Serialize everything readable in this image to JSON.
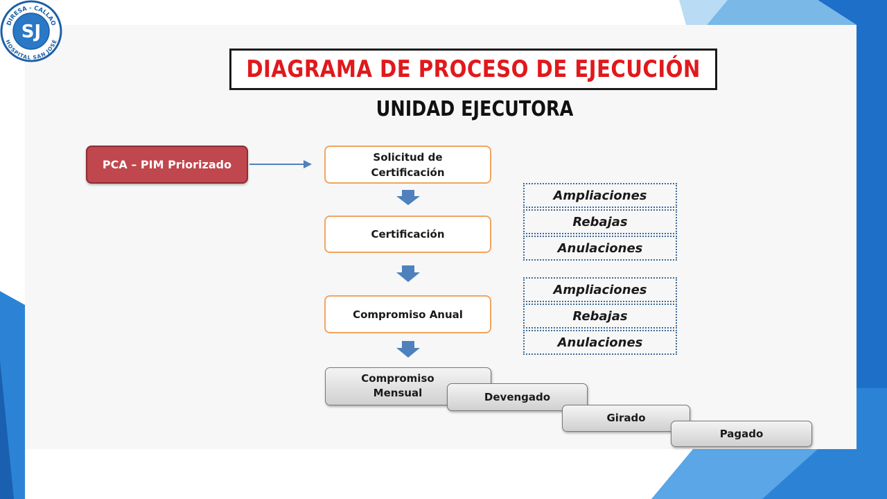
{
  "title": "DIAGRAMA DE PROCESO DE EJECUCIÓN",
  "subtitle": "UNIDAD EJECUTORA",
  "logo": {
    "initials": "SJ",
    "top_text": "DIRESA - CALLAO",
    "bottom_text": "HOSPITAL SAN JOSÉ",
    "icon": "hospital-seal-icon"
  },
  "diagram": {
    "source": "PCA – PIM Priorizado",
    "steps": [
      "Solicitud de\nCertificación",
      "Certificación",
      "Compromiso Anual"
    ],
    "modifications_group_1": [
      "Ampliaciones",
      "Rebajas",
      "Anulaciones"
    ],
    "modifications_group_2": [
      "Ampliaciones",
      "Rebajas",
      "Anulaciones"
    ],
    "cascade": [
      "Compromiso\nMensual",
      "Devengado",
      "Girado",
      "Pagado"
    ]
  },
  "colors": {
    "title_red": "#e0191c",
    "source_fill": "#c0474e",
    "step_border": "#f0a560",
    "arrow_blue": "#4f81bd",
    "dotted_border": "#3e6a99",
    "accent_blue": "#2f7fd0"
  }
}
